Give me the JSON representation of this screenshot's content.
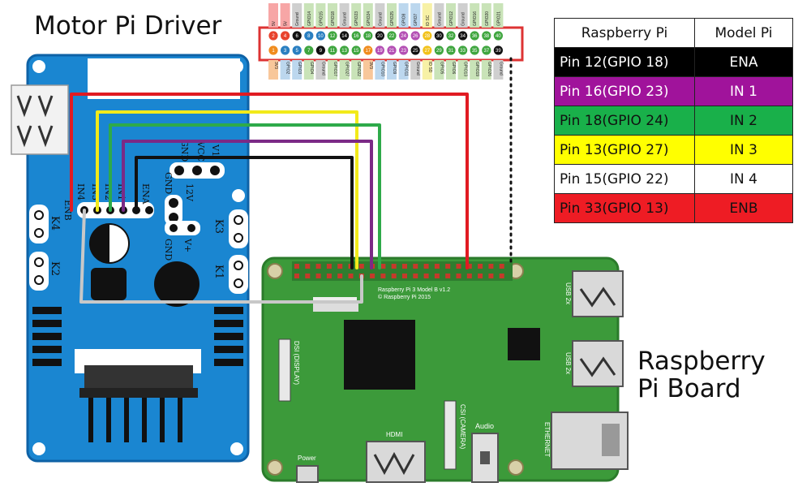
{
  "titles": {
    "motor_driver": "Motor Pi Driver",
    "rpi_line1": "Raspberry",
    "rpi_line2": "Pi Board"
  },
  "table": {
    "headers": [
      "Raspberry Pi",
      "Model Pi"
    ],
    "rows": [
      {
        "pin": "Pin 12(GPIO 18)",
        "signal": "ENA",
        "bg": "#000000",
        "fg": "#ffffff"
      },
      {
        "pin": "Pin 16(GPIO 23)",
        "signal": "IN 1",
        "bg": "#a0139b",
        "fg": "#ffffff"
      },
      {
        "pin": "Pin 18(GPIO 24)",
        "signal": "IN 2",
        "bg": "#19b04a",
        "fg": "#111111"
      },
      {
        "pin": "Pin 13(GPIO 27)",
        "signal": "IN 3",
        "bg": "#ffff00",
        "fg": "#111111"
      },
      {
        "pin": "Pin 15(GPIO 22)",
        "signal": "IN 4",
        "bg": "#ffffff",
        "fg": "#111111"
      },
      {
        "pin": "Pin 33(GPIO 13)",
        "signal": "ENB",
        "bg": "#ee1c24",
        "fg": "#111111"
      }
    ]
  },
  "driver_labels": {
    "enb": "ENB",
    "in4": "IN4",
    "in3": "IN3",
    "in2": "IN2",
    "in1": "IN1",
    "ena": "ENA",
    "v1": "V1",
    "vcc": "VCC",
    "gnd_top": "GND",
    "gnd_mid": "GND",
    "v12": "12V",
    "gnd_low": "GND",
    "vplus": "V+",
    "k1": "K1",
    "k2": "K2",
    "k3": "K3",
    "k4": "K4"
  },
  "rpi_labels": {
    "model": "Raspberry Pi 3 Model B v1.2",
    "copyright": "© Raspberry Pi 2015",
    "dsi": "DSI (DISPLAY)",
    "csi": "CSI (CAMERA)",
    "usb_top": "USB 2x",
    "usb_bottom": "USB 2x",
    "ethernet": "ETHERNET",
    "hdmi": "HDMI",
    "audio": "Audio",
    "power": "Power"
  },
  "header_pins": {
    "top_numbers": [
      "2",
      "4",
      "6",
      "8",
      "10",
      "12",
      "14",
      "16",
      "18",
      "20",
      "22",
      "24",
      "26",
      "28",
      "30",
      "32",
      "34",
      "36",
      "38",
      "40"
    ],
    "bottom_numbers": [
      "1",
      "3",
      "5",
      "7",
      "9",
      "11",
      "13",
      "15",
      "17",
      "19",
      "21",
      "23",
      "25",
      "27",
      "29",
      "31",
      "33",
      "35",
      "37",
      "39"
    ],
    "top_labels": [
      "5V",
      "5V",
      "Ground",
      "GPIO14",
      "GPIO15",
      "GPIO18",
      "Ground",
      "GPIO23",
      "GPIO24",
      "Ground",
      "GPIO25",
      "GPIO8",
      "GPIO7",
      "ID SC",
      "Ground",
      "GPIO12",
      "Ground",
      "GPIO16",
      "GPIO20",
      "GPIO21"
    ],
    "bottom_labels": [
      "3V3",
      "GPIO2",
      "GPIO3",
      "GPIO4",
      "Ground",
      "GPIO17",
      "GPIO27",
      "GPIO22",
      "3V3",
      "GPIO10",
      "GPIO9",
      "GPIO11",
      "Ground",
      "ID SD",
      "GPIO5",
      "GPIO6",
      "GPIO13",
      "GPIO19",
      "GPIO26",
      "Ground"
    ],
    "top_colors": [
      "#f7a6a6",
      "#f7a6a6",
      "#cfcfcf",
      "#c9e3b8",
      "#c9e3b8",
      "#c9e3b8",
      "#cfcfcf",
      "#c9e3b8",
      "#c9e3b8",
      "#cfcfcf",
      "#c9e3b8",
      "#bcd7ee",
      "#bcd7ee",
      "#f7f1a6",
      "#cfcfcf",
      "#c9e3b8",
      "#cfcfcf",
      "#c9e3b8",
      "#c9e3b8",
      "#c9e3b8"
    ],
    "bottom_colors": [
      "#f8c79a",
      "#bcd7ee",
      "#bcd7ee",
      "#c9e3b8",
      "#cfcfcf",
      "#c9e3b8",
      "#c9e3b8",
      "#c9e3b8",
      "#f8c79a",
      "#bcd7ee",
      "#bcd7ee",
      "#bcd7ee",
      "#cfcfcf",
      "#f7f1a6",
      "#c9e3b8",
      "#c9e3b8",
      "#c9e3b8",
      "#c9e3b8",
      "#c9e3b8",
      "#cfcfcf"
    ],
    "top_pin_fill": [
      "#e8432d",
      "#e8432d",
      "#111111",
      "#2a7fc1",
      "#2a7fc1",
      "#3fa63f",
      "#111111",
      "#3fa63f",
      "#3fa63f",
      "#111111",
      "#3fa63f",
      "#b44fb4",
      "#b44fb4",
      "#f2c21b",
      "#111111",
      "#3fa63f",
      "#111111",
      "#3fa63f",
      "#3fa63f",
      "#3fa63f"
    ],
    "bottom_pin_fill": [
      "#f08c1e",
      "#2a7fc1",
      "#2a7fc1",
      "#3fa63f",
      "#111111",
      "#3fa63f",
      "#3fa63f",
      "#3fa63f",
      "#f08c1e",
      "#b44fb4",
      "#b44fb4",
      "#b44fb4",
      "#111111",
      "#f2c21b",
      "#3fa63f",
      "#3fa63f",
      "#3fa63f",
      "#3fa63f",
      "#3fa63f",
      "#111111"
    ]
  },
  "wire_colors": {
    "red": "#e11b22",
    "yellow": "#f2ea1a",
    "green": "#2eaa4a",
    "purple": "#7b2a86",
    "black": "#111111",
    "gray": "#c8c8c8"
  },
  "board_colors": {
    "driver": "#1a86d1",
    "driver_edge": "#0e62a6",
    "rpi": "#3c9a3a",
    "rpi_edge": "#2b7b2b"
  }
}
